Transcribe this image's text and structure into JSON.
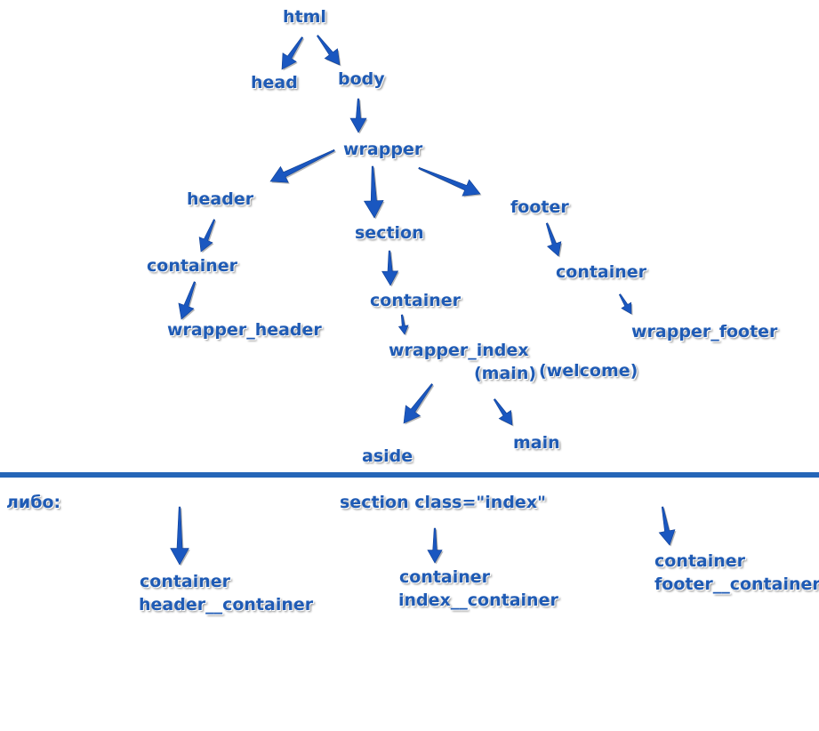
{
  "colors": {
    "text": "#1f5bb5",
    "arrow": "#1a57c0",
    "separator": "#2566b8"
  },
  "tree": {
    "html": "html",
    "head": "head",
    "body": "body",
    "wrapper": "wrapper",
    "header": "header",
    "section": "section",
    "footer": "footer",
    "header_container": "container",
    "section_container": "container",
    "footer_container": "container",
    "wrapper_header": "wrapper_header",
    "wrapper_index": "wrapper_index",
    "wrapper_index_note": "(main)",
    "welcome_note": "(welcome)",
    "wrapper_footer": "wrapper_footer",
    "aside": "aside",
    "main": "main"
  },
  "alt": {
    "libo": "либо:",
    "section_class": "section class=\"index\"",
    "col1_line1": "container",
    "col1_line2": "header__container",
    "col2_line1": "container",
    "col2_line2": "index__container",
    "col3_line1": "container",
    "col3_line2": "footer__container"
  }
}
